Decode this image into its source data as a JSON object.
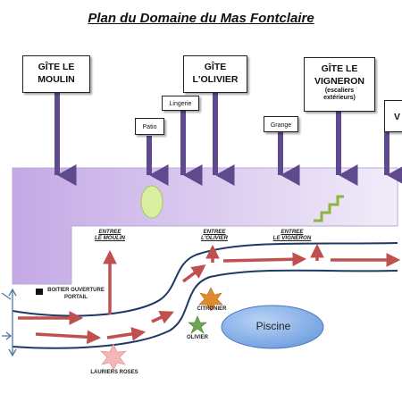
{
  "title": "Plan du Domaine du Mas Fontclaire",
  "buildings": {
    "moulin": {
      "line1": "GÎTE LE",
      "line2": "MOULIN"
    },
    "olivier": {
      "line1": "GÎTE",
      "line2": "L'OLIVIER"
    },
    "vigneron": {
      "line1": "GÎTE LE",
      "line2": "VIGNERON",
      "note_line1": "(escaliers",
      "note_line2": "extérieurs)"
    },
    "partial_right": "V"
  },
  "small_labels": {
    "patio": "Patio",
    "lingerie": "Lingerie",
    "grange": "Grange"
  },
  "entrances": {
    "moulin": {
      "line1": "ENTREE",
      "line2": "LE MOULIN"
    },
    "olivier": {
      "line1": "ENTREE",
      "line2": "L'OLIVIER"
    },
    "vigneron": {
      "line1": "ENTREE",
      "line2": "LE VIGNERON"
    }
  },
  "legend": {
    "boitier_line1": "BOITIER OUVERTURE",
    "boitier_line2": "PORTAIL"
  },
  "trees": {
    "citronier": "CITRONIER",
    "olivier": "OLIVIER",
    "lauriers": "LAURIERS ROSES"
  },
  "pool": "Piscine",
  "colors": {
    "building_band_start": "#c4a9e6",
    "building_band_end": "#f1ecf9",
    "building_arrow": "#5e4a8c",
    "road_arrow": "#c0504d",
    "road_line": "#1f3864",
    "pool_fill": "#6f9fe0",
    "citronier_star": "#e08a2e",
    "olivier_star": "#6aa84f",
    "lauriers_star": "#f4b6b6",
    "patio_oval": "#d9ef9f",
    "stairs": "#8db53c",
    "side_arrow": "#4a7aa3"
  }
}
